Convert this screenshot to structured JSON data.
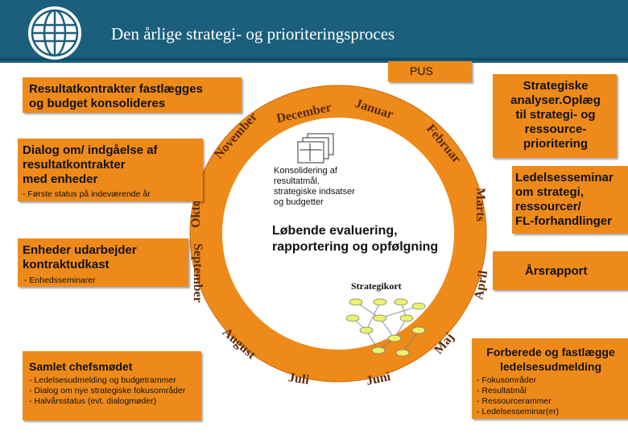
{
  "title": "Den årlige strategi- og prioriteringsproces",
  "pus_label": "PUS",
  "boxes": {
    "resultatkontrakter": [
      "Resultatkontrakter fastlægges",
      "og budget konsolideres"
    ],
    "dialog": {
      "lines": [
        "Dialog om/ indgåelse af",
        "resultatkontrakter",
        "med enheder"
      ],
      "note": "- Første status på indeværende år"
    },
    "enheder": {
      "lines": [
        "Enheder udarbejder",
        "kontraktudkast"
      ],
      "note": "- Enhedsseminarer"
    },
    "samlet": {
      "heading": "Samlet chefsmødet",
      "notes": [
        "- Ledelsesudmelding og budgetrammer",
        "- Dialog om nye strategiske fokusområder",
        "- Halvårsstatus (evt. dialogmøder)"
      ]
    },
    "strategiske": [
      "Strategiske",
      "analyser.Oplæg",
      "til strategi- og",
      "ressource-",
      "prioritering"
    ],
    "ledelsesseminar": [
      "Ledelsesseminar",
      "om strategi,",
      "ressourcer/",
      "FL-forhandlinger"
    ],
    "aarsrapport": "Årsrapport",
    "forberede": {
      "lines": [
        "Forberede og fastlægge",
        "ledelsesudmelding"
      ],
      "notes": [
        "- Fokusområder",
        "- Resultatmål",
        "- Ressourcerammer",
        "- Ledelsesseminar(er)"
      ]
    }
  },
  "center": {
    "konsolidering": [
      "Konsolidering af",
      "resultatmål,",
      "strategiske indsatser",
      "og budgetter"
    ],
    "evaluering": [
      "Løbende evaluering,",
      "rapportering og opfølgning"
    ],
    "strategikort": "Strategikort"
  },
  "months": {
    "januar": "Januar",
    "februar": "Februar",
    "marts": "Marts",
    "april": "April",
    "maj": "Maj",
    "juni": "Juni",
    "juli": "Juli",
    "august": "August",
    "september": "September",
    "oktober": "Oktober",
    "november": "November",
    "december": "December"
  },
  "colors": {
    "header": "#1b5f7d",
    "box": "#ee8a1a",
    "ring": "#ee8a1a",
    "month_text": "#5a2a0a"
  }
}
